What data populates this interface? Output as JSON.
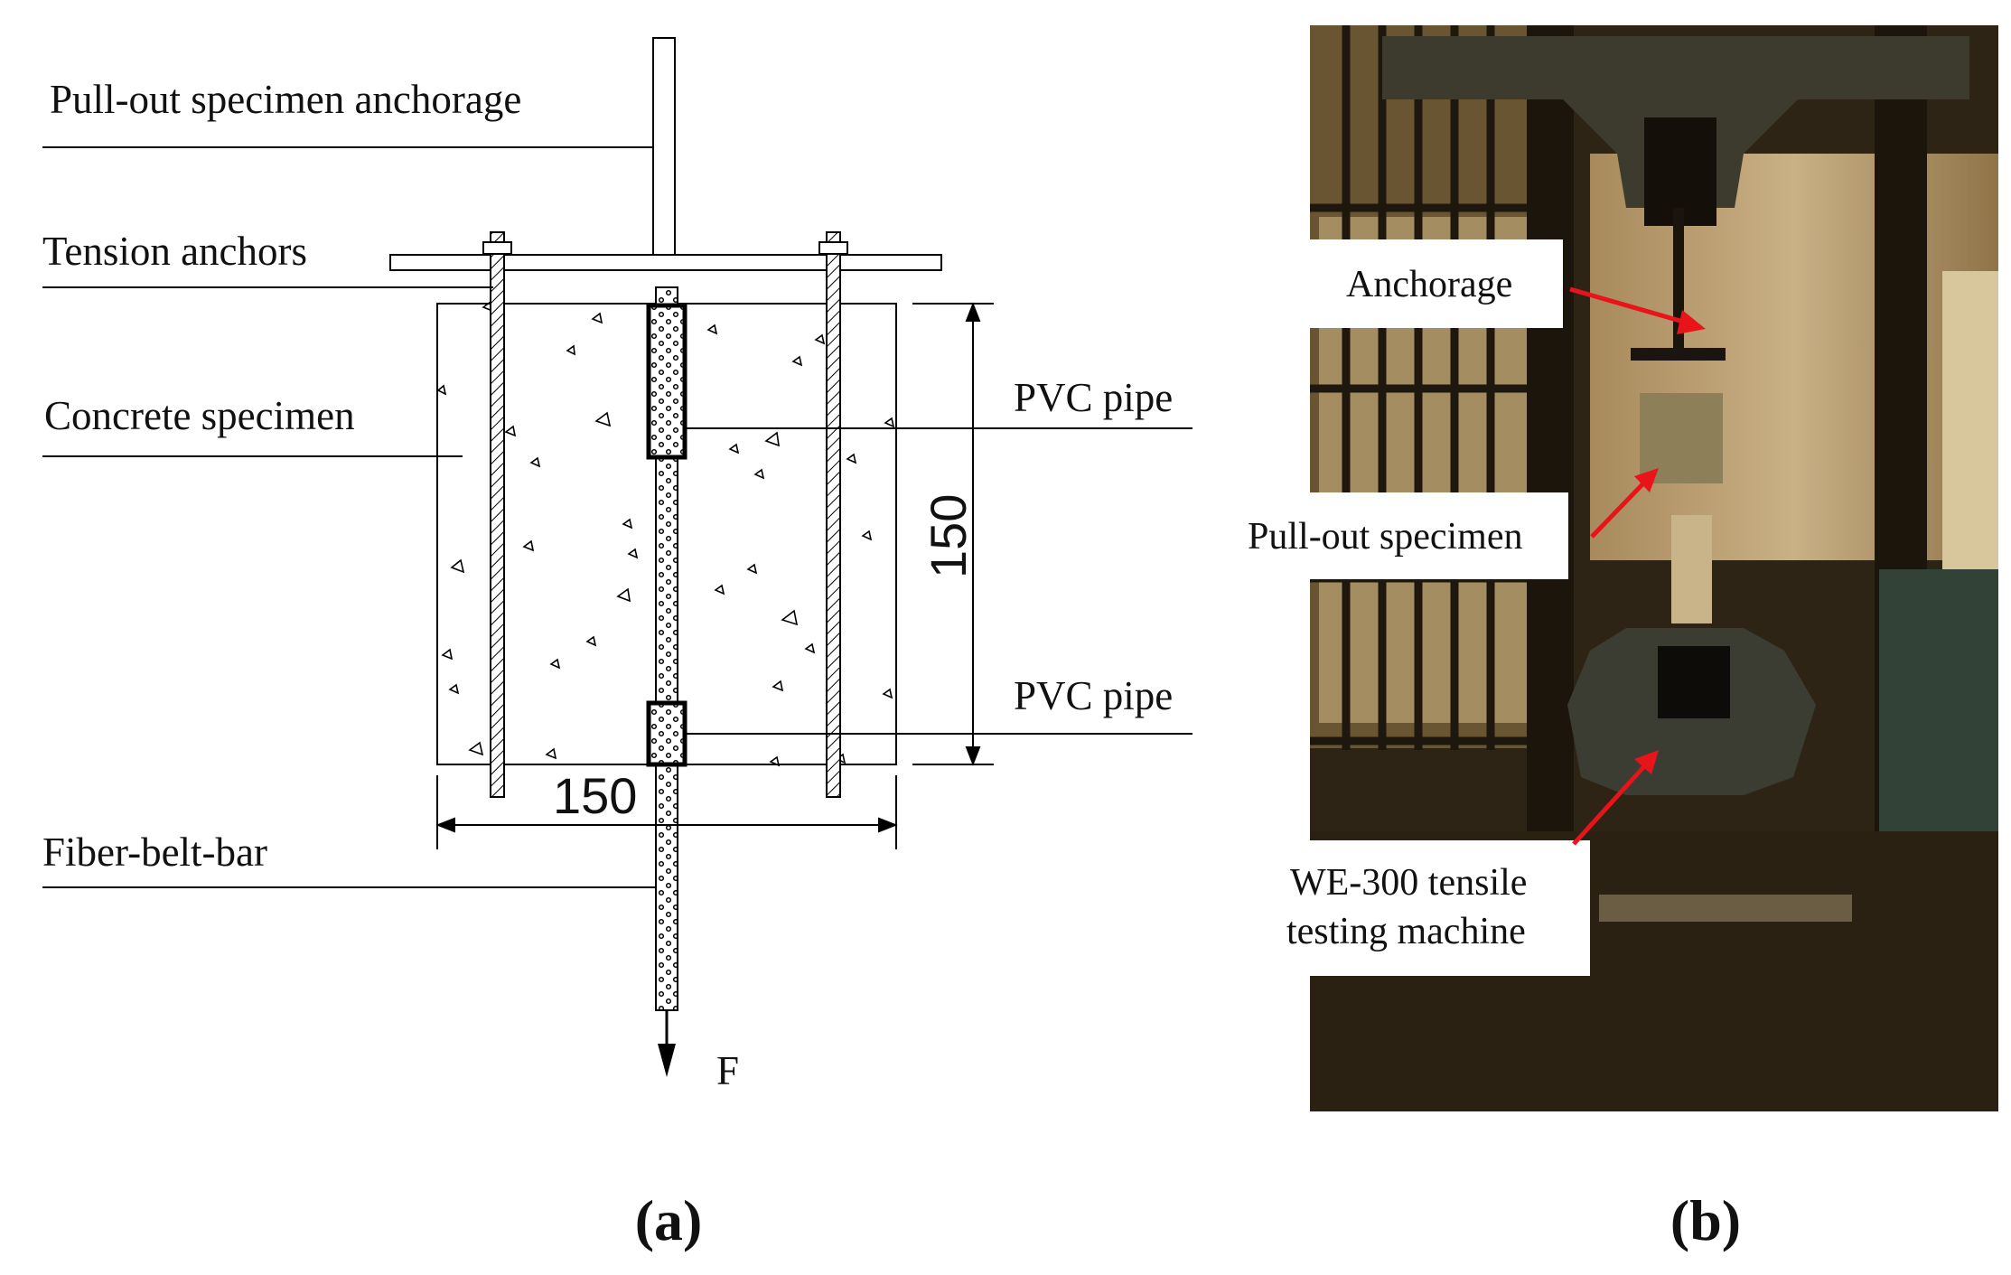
{
  "panel_a": {
    "labels": {
      "anchorage": "Pull-out specimen anchorage",
      "tension_anchors": "Tension anchors",
      "concrete_specimen": "Concrete specimen",
      "pvc_pipe_top": "PVC pipe",
      "pvc_pipe_bottom": "PVC pipe",
      "fiber_belt_bar": "Fiber-belt-bar",
      "force": "F"
    },
    "dimensions": {
      "width": "150",
      "height": "150"
    },
    "caption": {
      "open": "(",
      "letter": "a",
      "close": ")"
    }
  },
  "panel_b": {
    "labels": {
      "anchorage": "Anchorage",
      "pull_out_specimen": "Pull-out specimen",
      "machine_line1": "WE-300 tensile",
      "machine_line2": "testing machine"
    },
    "caption": {
      "open": "(",
      "letter": "b",
      "close": ")"
    },
    "colors": {
      "arrow": "#e8141a",
      "photo_base": "#2e2416"
    }
  }
}
